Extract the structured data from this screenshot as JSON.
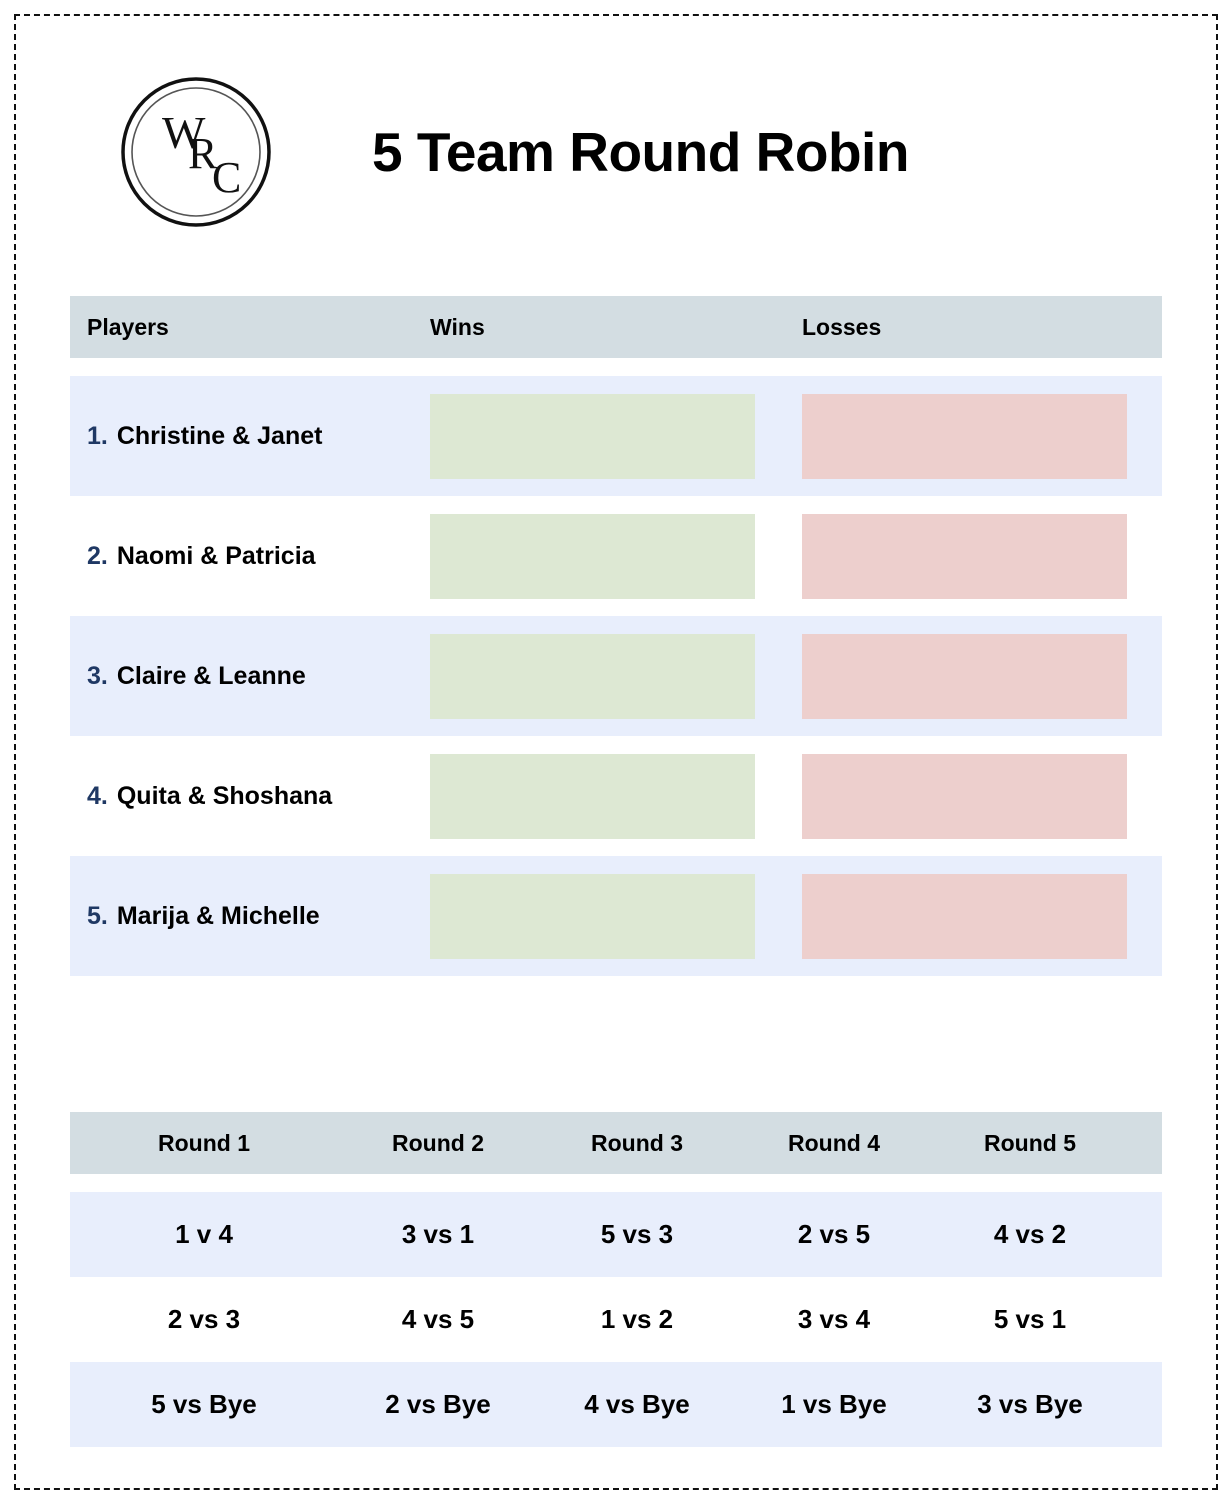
{
  "page": {
    "title": "5 Team Round Robin",
    "logo_text": "WRC",
    "logo_letters": {
      "w": "W",
      "r": "R",
      "c": "C"
    },
    "border_style": "dashed",
    "colors": {
      "header_band": "#d3dde2",
      "row_blue": "#e8eefc",
      "row_white": "#ffffff",
      "win_box": "#dde8d3",
      "loss_box": "#edcfcd",
      "rank_number": "#1f3864",
      "text": "#000000"
    }
  },
  "standings": {
    "headers": {
      "players": "Players",
      "wins": "Wins",
      "losses": "Losses"
    },
    "rows": [
      {
        "rank": "1.",
        "team": "Christine & Janet",
        "wins": "",
        "losses": ""
      },
      {
        "rank": "2.",
        "team": "Naomi & Patricia",
        "wins": "",
        "losses": ""
      },
      {
        "rank": "3.",
        "team": "Claire & Leanne",
        "wins": "",
        "losses": ""
      },
      {
        "rank": "4.",
        "team": "Quita & Shoshana",
        "wins": "",
        "losses": ""
      },
      {
        "rank": "5.",
        "team": "Marija & Michelle",
        "wins": "",
        "losses": ""
      }
    ]
  },
  "schedule": {
    "headers": [
      "Round 1",
      "Round 2",
      "Round 3",
      "Round 4",
      "Round 5"
    ],
    "rows": [
      [
        "1 v 4",
        "3 vs 1",
        "5 vs 3",
        "2 vs 5",
        "4 vs 2"
      ],
      [
        "2 vs 3",
        "4 vs 5",
        "1 vs 2",
        "3 vs 4",
        "5 vs 1"
      ],
      [
        "5 vs Bye",
        "2 vs Bye",
        "4 vs Bye",
        "1 vs Bye",
        "3 vs Bye"
      ]
    ]
  }
}
